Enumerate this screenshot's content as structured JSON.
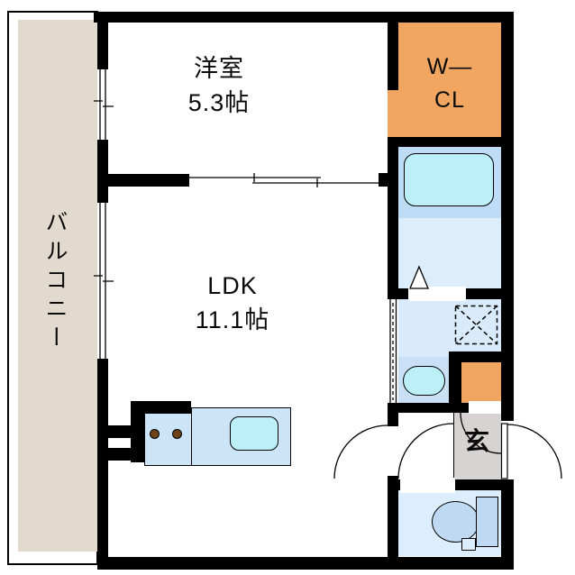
{
  "plan": {
    "type": "japanese-apartment-floorplan",
    "rooms": {
      "balcony": {
        "name": "バルコニー"
      },
      "bedroom": {
        "name": "洋室",
        "size": "5.3帖"
      },
      "ldk": {
        "name": "LDK",
        "size": "11.1帖"
      },
      "wcl": {
        "line1": "W―",
        "line2": "CL"
      },
      "entrance": {
        "name": "玄"
      }
    },
    "fixtures": [
      "bathtub",
      "bathroom-folding-door",
      "washing-machine-space",
      "wash-basin",
      "storage-cabinet",
      "toilet",
      "kitchen-sink",
      "gas-stove",
      "sliding-window",
      "sliding-door",
      "accordion-door",
      "entrance-door-swings"
    ],
    "colors": {
      "wall": "#000000",
      "balcony": "#e2dacf",
      "closet_orange": "#f0a661",
      "bath_blue": "#bedcf5",
      "bath_floor": "#dcedfc",
      "wash_floor": "#d8eafb",
      "sink_floor": "#c9e0f7",
      "toilet_floor": "#dceefd",
      "water_cyan": "#bdeff9",
      "fixture_blue": "#bfd9f2",
      "kitchen_counter": "#cbe4f8",
      "genkan_gray": "#d6d3d2",
      "stove_dot": "#6f4319"
    }
  }
}
